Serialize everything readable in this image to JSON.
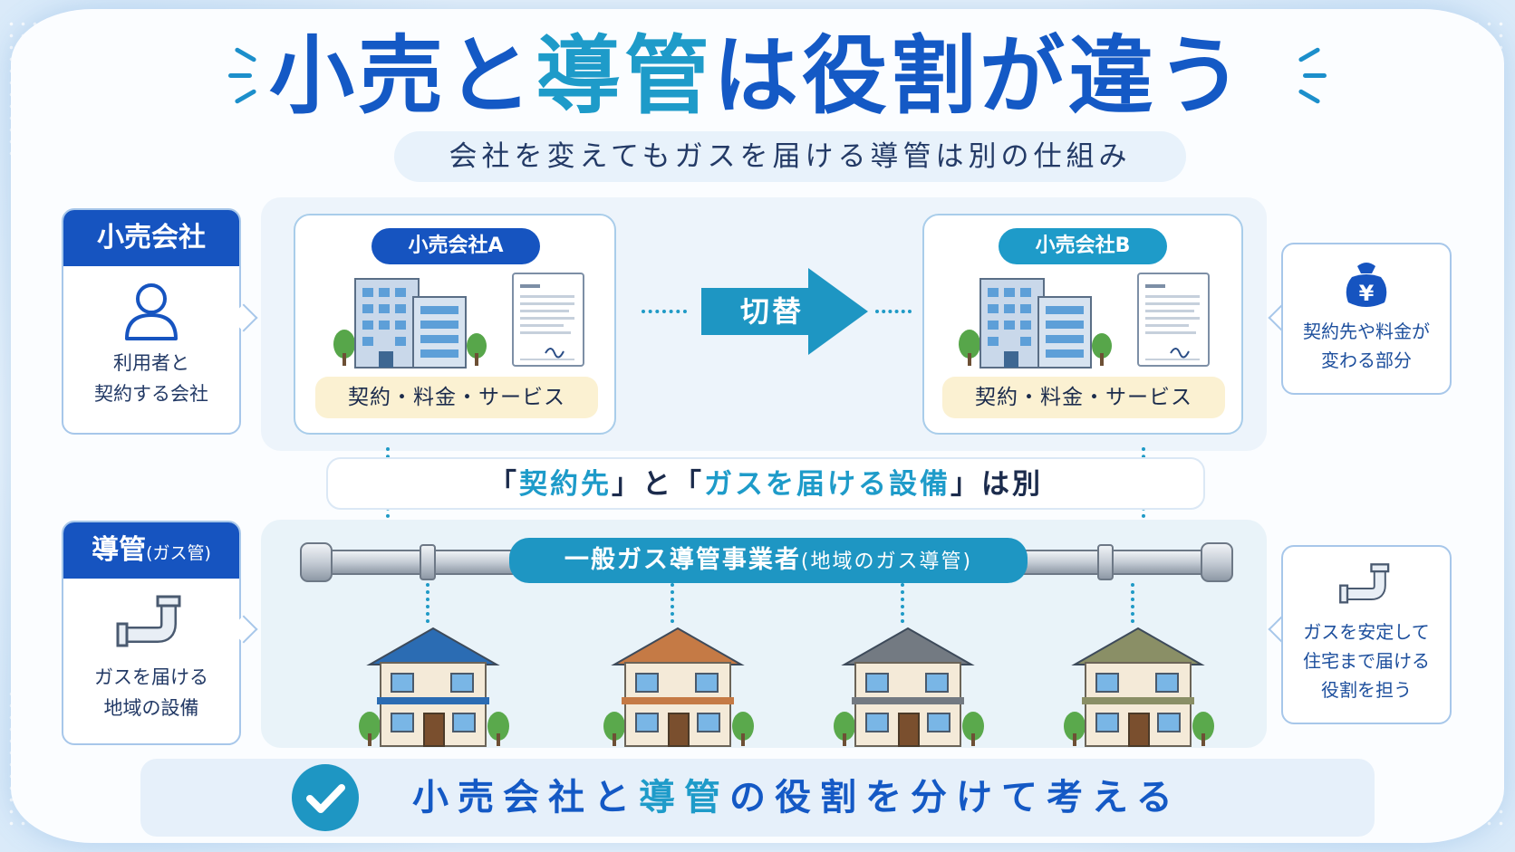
{
  "title": {
    "part1": "小売と",
    "part2": "導管",
    "part3": "は役割が違う"
  },
  "subtitle": "会社を変えてもガスを届ける導管は別の仕組み",
  "retail_label": {
    "head": "小売会社",
    "line1": "利用者と",
    "line2": "契約する会社"
  },
  "company_a": {
    "name": "小売会社A",
    "tag": "契約・料金・サービス"
  },
  "company_b": {
    "name": "小売会社B",
    "tag": "契約・料金・サービス"
  },
  "switch_label": "切替",
  "retail_side": {
    "line1": "契約先や料金が",
    "line2": "変わる部分"
  },
  "middle_note": {
    "q1": "「",
    "p1": "契約先",
    "q2": "」と「",
    "p2": "ガスを届ける設備",
    "q3": "」は別"
  },
  "pipe_label": {
    "head": "導管",
    "head_small": "(ガス管)",
    "line1": "ガスを届ける",
    "line2": "地域の設備"
  },
  "pipe_operator": {
    "main": "一般ガス導管事業者",
    "paren": "(地域のガス導管)"
  },
  "pipe_side": {
    "line1": "ガスを安定して",
    "line2": "住宅まで届ける",
    "line3": "役割を担う"
  },
  "bottom": {
    "part1": "小売会社と",
    "part2": "導管",
    "part3": "の役割を分けて考える"
  },
  "colors": {
    "primary_blue": "#1654c0",
    "accent_teal": "#1e9bc9",
    "tag_yellow": "#fbf1d2"
  },
  "houses": {
    "roof_colors": [
      "#2b6cb3",
      "#c57a45",
      "#737a82",
      "#8a8f66"
    ]
  }
}
